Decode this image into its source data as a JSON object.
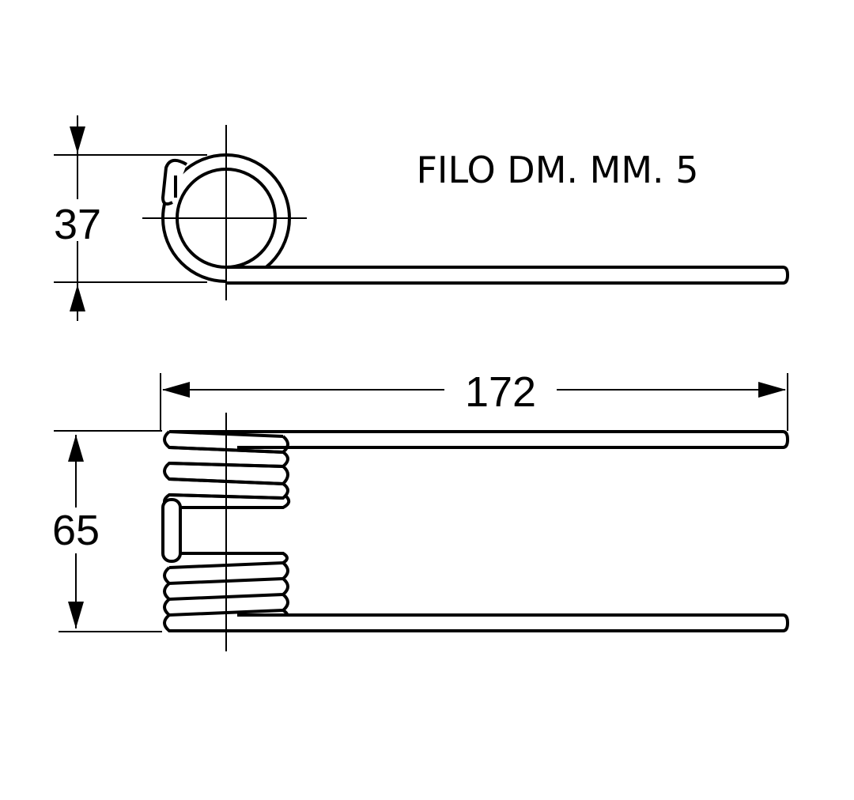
{
  "note": "FILO DM. MM. 5",
  "dimensions": {
    "coil_height": "37",
    "overall_width": "65",
    "length": "172"
  }
}
